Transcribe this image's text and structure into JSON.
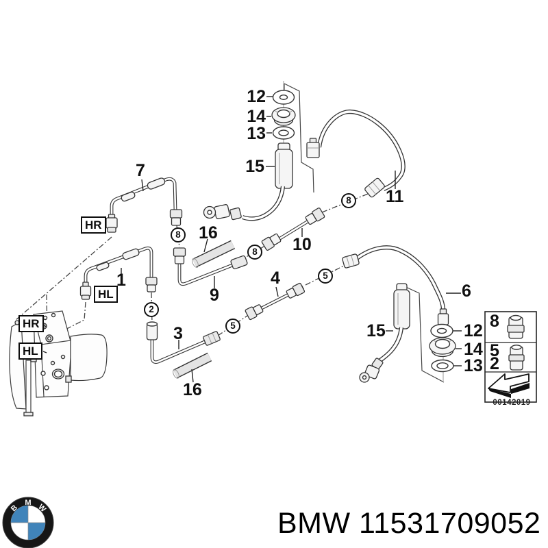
{
  "document": {
    "type": "parts-diagram",
    "footer_brand": "BMW",
    "footer_part_number": "11531709052"
  },
  "logo": {
    "letters": {
      "b": "B",
      "m": "M",
      "w": "W"
    },
    "ring_color": "#161616",
    "roundel_blue": "#4084ba",
    "roundel_white": "#ffffff"
  },
  "callouts": {
    "n1": "1",
    "n2": "2",
    "n3": "3",
    "n4": "4",
    "n5": "5",
    "n6": "6",
    "n7": "7",
    "n8": "8",
    "n9": "9",
    "n10": "10",
    "n11": "11",
    "n12": "12",
    "n13": "13",
    "n14": "14",
    "n15": "15",
    "n16": "16"
  },
  "position_markers": {
    "hr": "HR",
    "hl": "HL"
  },
  "legend": {
    "row1_label": "8",
    "row2_label_a": "5",
    "row2_label_b": "2",
    "doc_number": "00142019"
  },
  "colors": {
    "line": "#333333",
    "metal_fill": "#e9e9e9",
    "text": "#111111"
  }
}
